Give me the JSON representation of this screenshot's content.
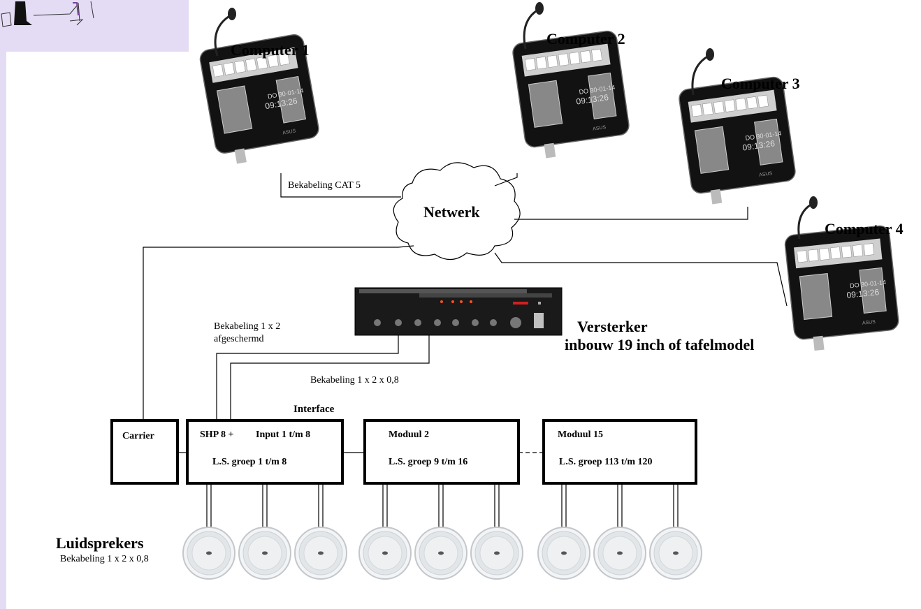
{
  "computers": [
    {
      "label": "Computer 1",
      "screen_date": "DO 30-01-14",
      "screen_time": "09:13:26",
      "brand": "ASUS"
    },
    {
      "label": "Computer 2",
      "screen_date": "DO 30-01-14",
      "screen_time": "09:13:26",
      "brand": "ASUS"
    },
    {
      "label": "Computer 3",
      "screen_date": "DO 30-01-14",
      "screen_time": "09:13:26",
      "brand": "ASUS"
    },
    {
      "label": "Computer 4",
      "screen_date": "DO 30-01-14",
      "screen_time": "09:13:26",
      "brand": "ASUS"
    }
  ],
  "network": {
    "label": "Netwerk"
  },
  "cables": {
    "cat5": "Bekabeling  CAT 5",
    "shielded_line1": "Bekabeling  1 x 2",
    "shielded_line2": "afgeschermd",
    "amp_output": "Bekabeling  1 x 2 x 0,8",
    "speakers": "Bekabeling  1 x 2 x 0,8"
  },
  "amplifier": {
    "title": "Versterker",
    "subtitle": "inbouw 19 inch of tafelmodel"
  },
  "interface_label": "Interface",
  "modules": {
    "carrier": "Carrier",
    "shp_title": "SHP 8 +",
    "shp_input": "Input 1 t/m 8",
    "shp_group": "L.S. groep 1 t/m 8",
    "mod2_title": "Moduul 2",
    "mod2_group": "L.S. groep 9 t/m 16",
    "mod15_title": "Moduul 15",
    "mod15_group": "L.S. groep 113 t/m 120"
  },
  "speakers_label": "Luidsprekers"
}
